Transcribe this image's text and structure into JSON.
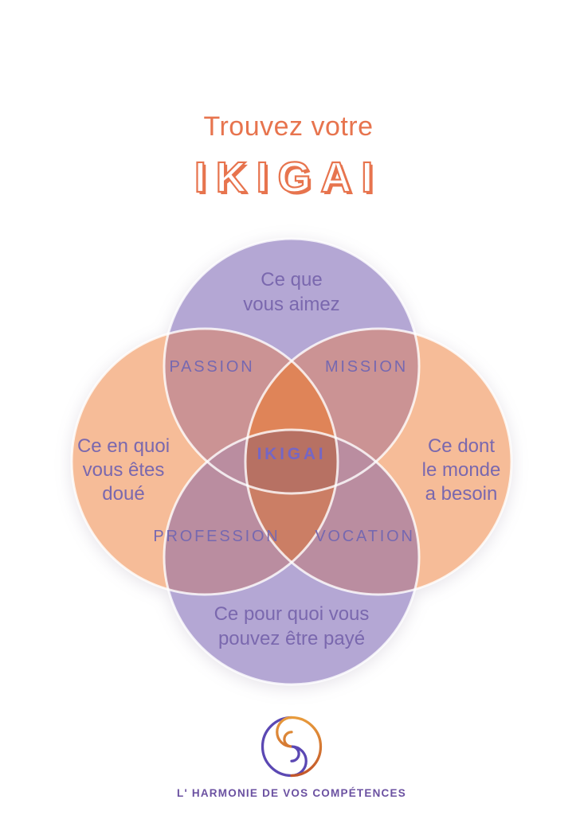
{
  "palette": {
    "accent_orange": "#e7744e",
    "circle_purple": "#b4a7d4",
    "circle_peach": "#f6bc98",
    "zone_passion_mission": "#cb9394",
    "zone_profession_vocation": "#ba8da0",
    "lens_orange": "#df8458",
    "lens_salmon": "#cb7e65",
    "center_brick": "#b77163",
    "label_purple": "#7668b0",
    "circle_text_purple": "#7a68ae",
    "ikigai_center_purple": "#7566c4",
    "tagline_purple": "#6b51a1",
    "logo_purple": "#5b48b3",
    "logo_orange": "#d9772f"
  },
  "title": {
    "pre": "Trouvez votre",
    "main": "IKIGAI"
  },
  "diagram": {
    "top_circle": {
      "line1": "Ce que",
      "line2": "vous aimez"
    },
    "left_circle": {
      "line1": "Ce en quoi",
      "line2": "vous êtes",
      "line3": "doué"
    },
    "right_circle": {
      "line1": "Ce dont",
      "line2": "le monde",
      "line3": "a besoin"
    },
    "bottom_circle": {
      "line1": "Ce pour quoi vous",
      "line2": "pouvez être payé"
    },
    "intersections": {
      "top_left": "PASSION",
      "top_right": "MISSION",
      "bottom_left": "PROFESSION",
      "bottom_right": "VOCATION",
      "center": "IKIGAI"
    }
  },
  "footer": {
    "logo": "harmony-swirl",
    "tagline": "L' HARMONIE DE VOS COMPÉTENCES"
  }
}
